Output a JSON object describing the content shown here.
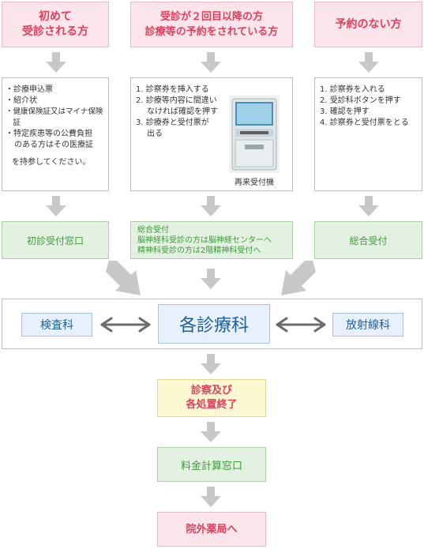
{
  "col1": {
    "header": [
      "初めて",
      "受診される方"
    ],
    "items": [
      "診療申込票",
      "紹介状",
      "健康保険証又はマイナ保険証",
      "特定疾患等の公費負担",
      "のある方はその医療証"
    ],
    "note": "を持参してください。",
    "desk": "初診受付窓口"
  },
  "col2": {
    "header": [
      "受診が２回目以降の方",
      "診療等の予約をされている方"
    ],
    "items": [
      "1. 診察券を挿入する",
      "2. 診療等内容に間違い",
      "なければ確認を押す",
      "3. 診療券と受付票が",
      "出る"
    ],
    "machine_caption": "再来受付機",
    "desk": [
      "総合受付",
      "脳神経科受診の方は脳神経センターへ",
      "精神科受診の方は2階精神科受付へ"
    ]
  },
  "col3": {
    "header": [
      "予約のない方"
    ],
    "items": [
      "1. 診察券を入れる",
      "2. 受診科ボタンを押す",
      "3. 確認を押す",
      "4. 診察券と受付票をとる"
    ],
    "desk": "総合受付"
  },
  "departments": {
    "left": "検査科",
    "center": "各診療科",
    "right": "放射線科"
  },
  "steps": [
    [
      "診察及び",
      "各処置終了"
    ],
    [
      "料金計算窓口"
    ],
    [
      "院外薬局へ"
    ]
  ],
  "colors": {
    "pink": "#fbe4ea",
    "pink_text": "#e0405f",
    "green": "#e3f1e1",
    "green_text": "#3e9a3a",
    "blue": "#e8f1fb",
    "blue_text": "#1a5fa0",
    "yellow": "#fdf8cf",
    "arrow": "#c8c8c8"
  }
}
